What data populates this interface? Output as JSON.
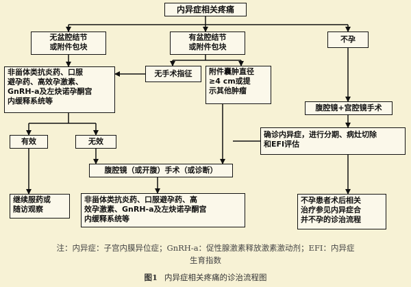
{
  "diagram": {
    "root": "内异症相关疼痛",
    "no_mass": "无盆腔结节\n或附件包块",
    "has_mass": "有盆腔结节\n或附件包块",
    "infertility": "不孕",
    "drugs_top": "非甾体类抗炎药、口服\n避孕药、高效孕激素、\nGnRH-a及左炔诺孕酮宫\n内缓释系统等",
    "no_surgery": "无手术指征",
    "cyst": "附件囊肿直径\n≥4 cm或提\n示其他肿瘤",
    "effective": "有效",
    "ineffective": "无效",
    "lap_hyst": "腹腔镜+宫腔镜手术",
    "confirm": "确诊内异症，进行分期、病灶切除\n和EFI评估",
    "lap_surgery": "腹腔镜（或开腹）手术（或诊断）",
    "continue": "继续服药或\n随访观察",
    "drugs_bottom": "非甾体类抗炎药、口服避孕药、高\n效孕激素、GnRH-a及左炔诺孕酮宫\n内缓释系统等",
    "infertile_post": "不孕患者术后相关\n治疗参见内异症合\n并不孕的诊治流程"
  },
  "note_line1": "注：内异症：子宫内膜异位症；GnRH-a：促性腺激素释放激素激动剂；EFI：内异症",
  "note_line2": "生育指数",
  "caption_label": "图1",
  "caption_text": "内异症相关疼痛的诊治流程图"
}
